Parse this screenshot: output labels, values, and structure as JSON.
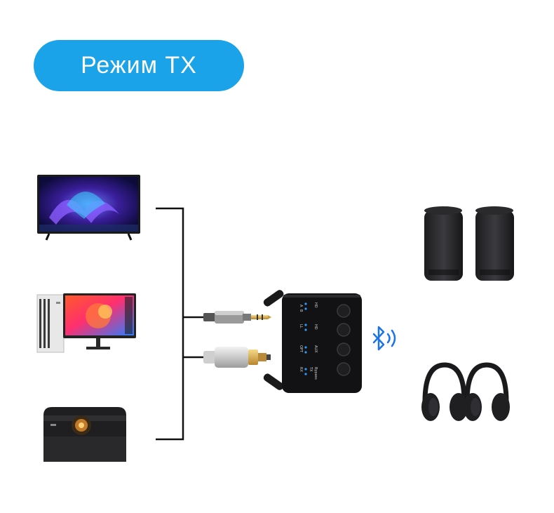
{
  "mode_badge": {
    "label": "Режим TX"
  },
  "device_labels": {
    "channel_a": "A",
    "channel_b": "B",
    "hd": "HD",
    "ll": "LL",
    "opt": "OPT",
    "aux": "AUX",
    "rx": "RX",
    "tx": "TX",
    "bypass": "Bypass"
  },
  "colors": {
    "accent": "#1aa3e8",
    "bluetooth": "#1a73e8",
    "led": "#2f9bff"
  },
  "icons": [
    "bluetooth-icon"
  ]
}
